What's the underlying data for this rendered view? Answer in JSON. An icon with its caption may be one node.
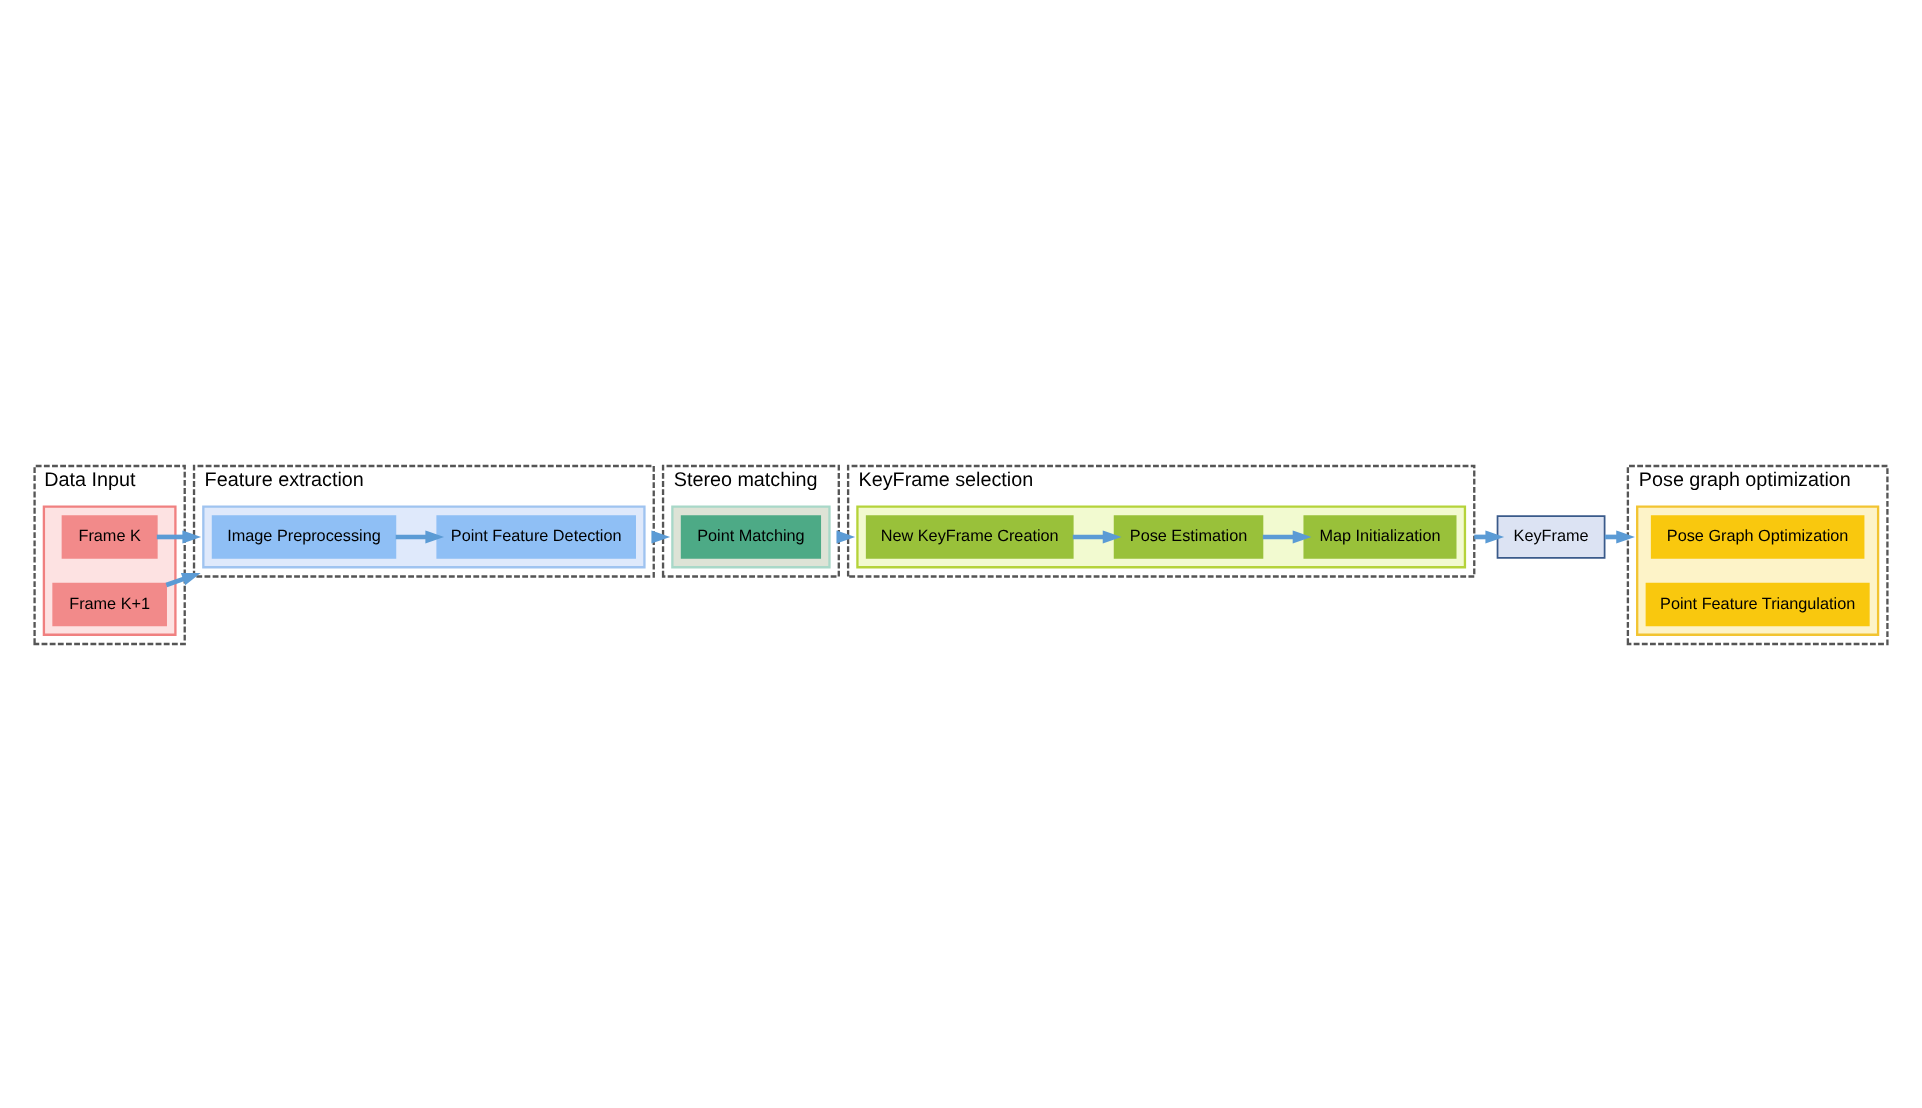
{
  "diagram": {
    "nodes": [
      {
        "text": [
          "Data Input"
        ]
      },
      {
        "text": [],
        "shape": "box",
        "in": 0
      },
      {
        "text": [
          "Frame K"
        ],
        "in": 1
      },
      {
        "text": [
          "Frame K+1"
        ],
        "in": 1
      },
      {
        "text": [
          "Feature extraction"
        ]
      },
      {
        "text": [],
        "shape": "box",
        "in": 4
      },
      {
        "text": [
          "Image Preprocessing"
        ],
        "in": 5
      },
      {
        "text": [
          "Point Feature Detection"
        ],
        "in": 5
      },
      {
        "text": [
          "Stereo matching"
        ]
      },
      {
        "text": [],
        "shape": "box",
        "in": 8
      },
      {
        "text": [
          "Point Matching"
        ],
        "in": 9
      },
      {
        "text": [
          "KeyFrame selection"
        ]
      },
      {
        "text": [],
        "shape": "box",
        "in": 11
      },
      {
        "text": [
          "New KeyFrame Creation"
        ],
        "in": 12
      },
      {
        "text": [
          "Pose Estimation"
        ],
        "in": 12
      },
      {
        "text": [
          "Map Initialization"
        ],
        "in": 12
      },
      {
        "text": [
          "KeyFrame"
        ]
      },
      {
        "text": [
          "Pose graph optimization"
        ]
      },
      {
        "text": [],
        "shape": "box",
        "in": 17
      },
      {
        "text": [
          "Pose Graph Optimization"
        ],
        "in": 18
      },
      {
        "text": [
          "Point Feature Triangulation"
        ],
        "in": 18
      }
    ],
    "edges": [
      {
        "from": 2,
        "to": 4,
        "arrow": "to"
      },
      {
        "from": 3,
        "to": 4,
        "arrow": "to"
      },
      {
        "from": 6,
        "to": 7,
        "arrow": "to"
      },
      {
        "from": 4,
        "to": 8,
        "arrow": "to"
      },
      {
        "from": 8,
        "to": 11,
        "arrow": "to"
      },
      {
        "from": 13,
        "to": 14,
        "arrow": "to"
      },
      {
        "from": 14,
        "to": 15,
        "arrow": "to"
      },
      {
        "from": 11,
        "to": 16,
        "arrow": "to"
      },
      {
        "from": 16,
        "to": 17,
        "arrow": "to"
      }
    ]
  }
}
